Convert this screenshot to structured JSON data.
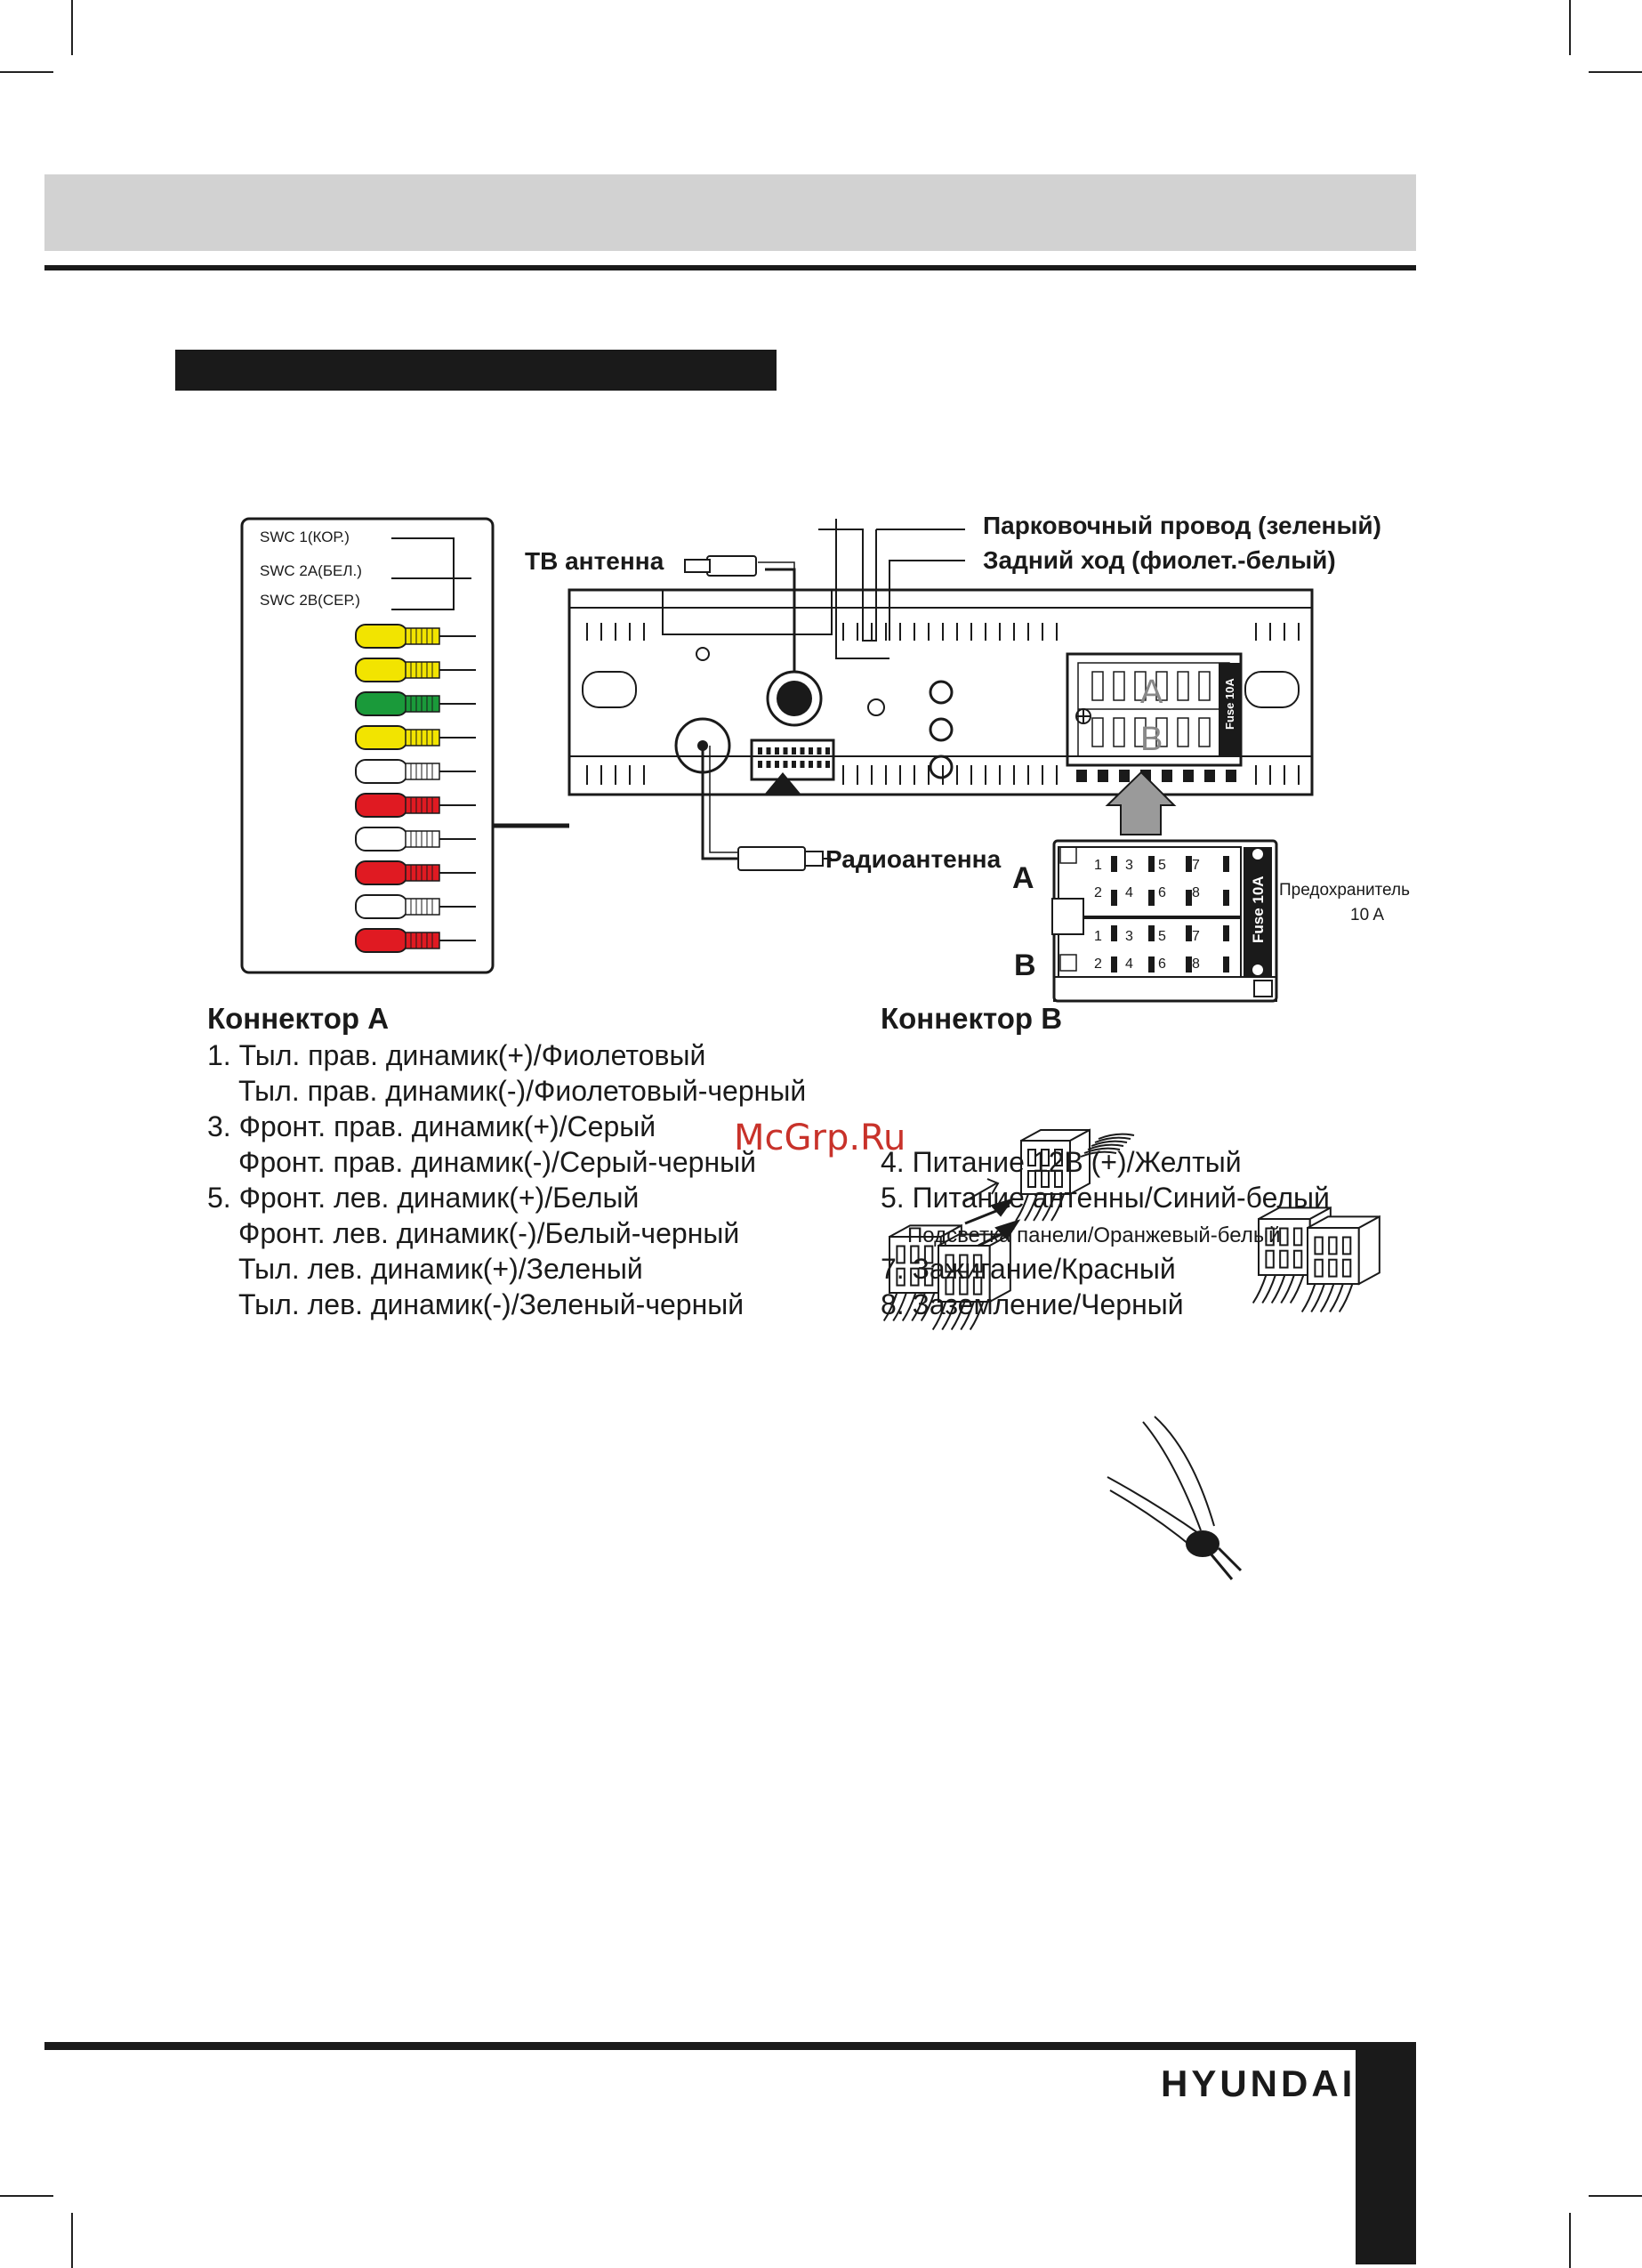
{
  "diagram": {
    "swc_labels": [
      "SWC 1(КОР.)",
      "SWC 2A(БЕЛ.)",
      "SWC 2B(СЕР.)"
    ],
    "rca_plug_colors": [
      "#f2e400",
      "#f2e400",
      "#1a9a3a",
      "#f2e400",
      "#ffffff",
      "#e01a22",
      "#ffffff",
      "#e01a22",
      "#ffffff",
      "#e01a22"
    ],
    "callouts": {
      "parking": "Парковочный провод (зеленый)",
      "reverse": "Задний ход (фиолет.-белый)",
      "tv_antenna": "ТВ антенна",
      "radio_antenna": "Радиоантенна",
      "fuse_note_line1": "Предохранитель",
      "fuse_note_line2": "10 A"
    },
    "connector_letters": {
      "a": "A",
      "b": "B"
    },
    "fuse_label": "Fuse 10A",
    "pins_top": [
      "1",
      "3",
      "5",
      "7"
    ],
    "pins_bottom": [
      "2",
      "4",
      "6",
      "8"
    ]
  },
  "connector_a": {
    "heading": "Коннектор A",
    "lines": [
      "1. Тыл. прав. динамик(+)/Фиолетовый",
      "Тыл. прав. динамик(-)/Фиолетовый-черный",
      "3. Фронт. прав. динамик(+)/Серый",
      "Фронт. прав. динамик(-)/Серый-черный",
      "5. Фронт. лев. динамик(+)/Белый",
      "Фронт. лев. динамик(-)/Белый-черный",
      "Тыл. лев. динамик(+)/Зеленый",
      "Тыл. лев. динамик(-)/Зеленый-черный"
    ]
  },
  "connector_b": {
    "heading": "Коннектор B",
    "line4": "4. Питание 12В (+)/Желтый",
    "line5": "5. Питание антенны/Синий-белый",
    "line6": "Подсветка панели/Оранжевый-белый",
    "line7": "7. Зажигание/Красный",
    "line8": "8. Заземление/Черный"
  },
  "watermark": "McGrp.Ru",
  "brand": "HYUNDAI"
}
